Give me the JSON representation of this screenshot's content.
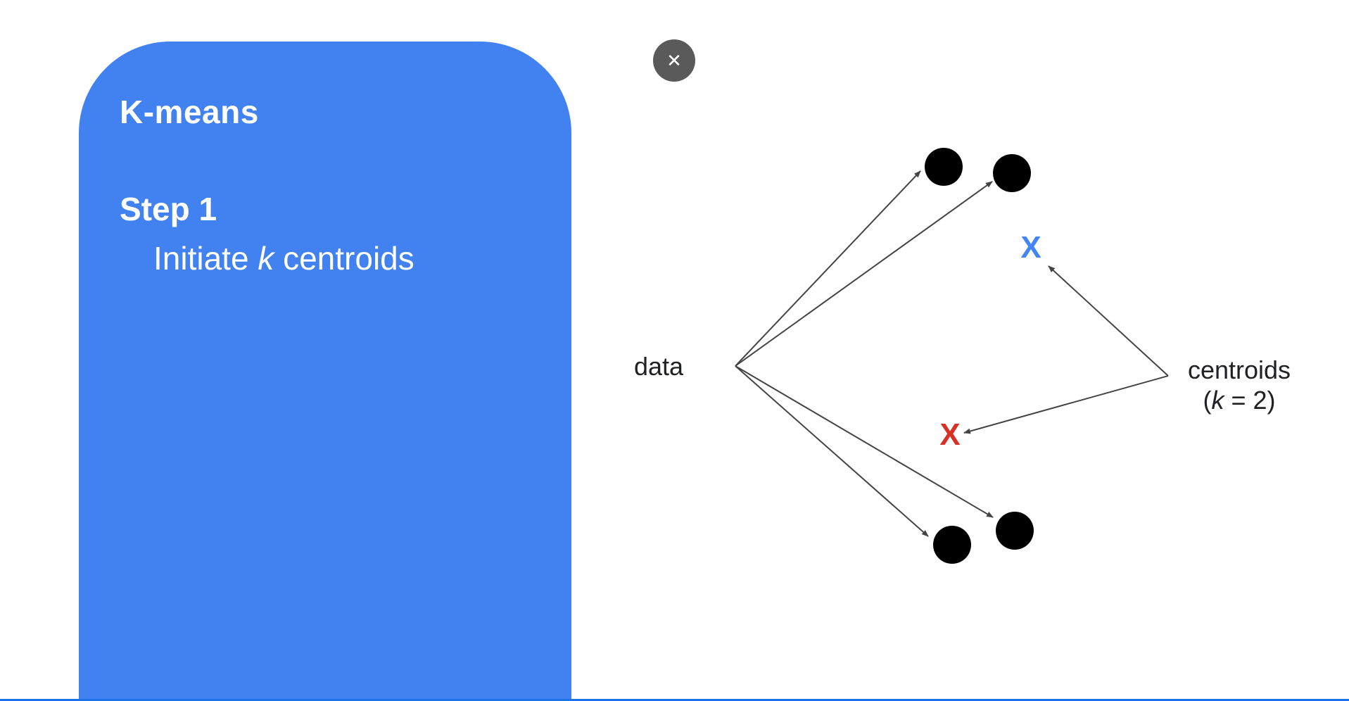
{
  "slide": {
    "title": "K-means",
    "step_label": "Step 1",
    "step_desc_before": "Initiate ",
    "step_desc_var": "k",
    "step_desc_after": " centroids"
  },
  "close_button": {
    "label": "✕",
    "icon": "close-icon"
  },
  "diagram": {
    "data_label": "data",
    "centroids_label": "centroids",
    "k_open": "(",
    "k_var": "k",
    "k_rest": " = 2)",
    "centroid_marker": "X",
    "colors": {
      "card": "#4182f0",
      "centroid_blue": "#4285f4",
      "centroid_red": "#d93025",
      "point": "#000000",
      "arrow": "#444444"
    }
  }
}
